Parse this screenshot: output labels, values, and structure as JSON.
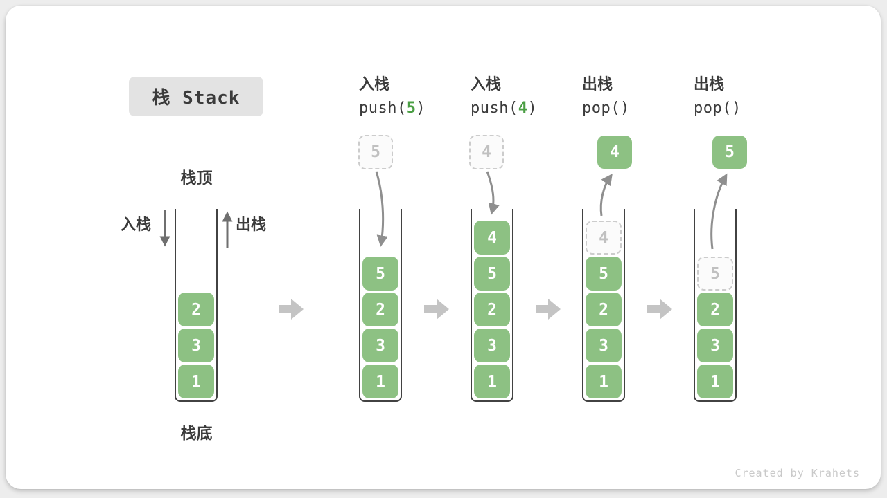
{
  "title": "栈 Stack",
  "watermark": "Created by Krahets",
  "labels": {
    "stack_top": "栈顶",
    "stack_bottom": "栈底",
    "push_side": "入栈",
    "pop_side": "出栈"
  },
  "colors": {
    "box_green": "#8dc183",
    "code_green": "#4a9e43",
    "curve_arrow": "#8f8f8f",
    "block_arrow": "#c4c4c4",
    "text_dark": "#3b3b3b",
    "dashed_border": "#cccccc",
    "dashed_text": "#c0c0c0"
  },
  "columns": [
    {
      "name": "state-initial",
      "items": [
        {
          "v": "2",
          "slot": 2
        },
        {
          "v": "3",
          "slot": 3
        },
        {
          "v": "1",
          "slot": 4
        }
      ]
    },
    {
      "name": "op-push-5",
      "label": "入栈",
      "code": {
        "pre": "push(",
        "arg": "5",
        "post": ")"
      },
      "floating": {
        "v": "5",
        "variant": "dashed"
      },
      "items": [
        {
          "v": "5",
          "slot": 1
        },
        {
          "v": "2",
          "slot": 2
        },
        {
          "v": "3",
          "slot": 3
        },
        {
          "v": "1",
          "slot": 4
        }
      ]
    },
    {
      "name": "op-push-4",
      "label": "入栈",
      "code": {
        "pre": "push(",
        "arg": "4",
        "post": ")"
      },
      "floating": {
        "v": "4",
        "variant": "dashed"
      },
      "items": [
        {
          "v": "4",
          "slot": 0
        },
        {
          "v": "5",
          "slot": 1
        },
        {
          "v": "2",
          "slot": 2
        },
        {
          "v": "3",
          "slot": 3
        },
        {
          "v": "1",
          "slot": 4
        }
      ]
    },
    {
      "name": "op-pop-4",
      "label": "出栈",
      "code": {
        "pre": "pop(",
        "arg": "",
        "post": ")"
      },
      "floating": {
        "v": "4",
        "variant": "solid"
      },
      "items": [
        {
          "v": "4",
          "slot": 0,
          "variant": "dashed"
        },
        {
          "v": "5",
          "slot": 1
        },
        {
          "v": "2",
          "slot": 2
        },
        {
          "v": "3",
          "slot": 3
        },
        {
          "v": "1",
          "slot": 4
        }
      ]
    },
    {
      "name": "op-pop-5",
      "label": "出栈",
      "code": {
        "pre": "pop(",
        "arg": "",
        "post": ")"
      },
      "floating": {
        "v": "5",
        "variant": "solid"
      },
      "items": [
        {
          "v": "5",
          "slot": 1,
          "variant": "dashed"
        },
        {
          "v": "2",
          "slot": 2
        },
        {
          "v": "3",
          "slot": 3
        },
        {
          "v": "1",
          "slot": 4
        }
      ]
    }
  ]
}
